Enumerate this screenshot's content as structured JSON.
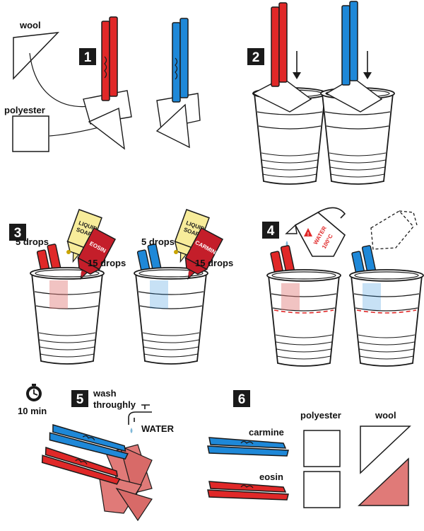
{
  "colors": {
    "red": "#e02828",
    "blue": "#1e88d8",
    "pink": "#e07a78",
    "yellow": "#f7ec9a",
    "dark": "#1a1a1a",
    "dye_red": "#c41e2a",
    "drop_yellow": "#c9a400"
  },
  "step1": {
    "number": "1",
    "wool_label": "wool",
    "polyester_label": "polyester"
  },
  "step2": {
    "number": "2"
  },
  "step3": {
    "number": "3",
    "left": {
      "drops_soap": "5 drops",
      "drops_dye": "15 drops",
      "soap_label_1": "LIQUID",
      "soap_label_2": "SOAP",
      "dye_label": "EOSIN"
    },
    "right": {
      "drops_soap": "5 drops",
      "drops_dye": "15 drops",
      "soap_label_1": "LIQUID",
      "soap_label_2": "SOAP",
      "dye_label": "CARMINE"
    }
  },
  "step4": {
    "number": "4",
    "jug_label_1": "WATER",
    "jug_label_2": "100°C"
  },
  "step5": {
    "number": "5",
    "time": "10 min",
    "instruction_1": "wash",
    "instruction_2": "throughly",
    "water_label": "WATER"
  },
  "step6": {
    "number": "6",
    "col_polyester": "polyester",
    "col_wool": "wool",
    "row_carmine": "carmine",
    "row_eosin": "eosin"
  }
}
